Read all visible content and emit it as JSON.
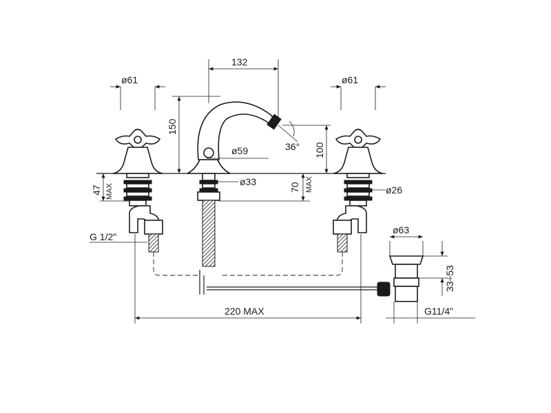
{
  "diagram": {
    "dimensions": {
      "spout_reach": "132",
      "left_handle_diameter": "ø61",
      "right_handle_diameter": "ø61",
      "spout_height": "150",
      "spout_outlet_height": "100",
      "spout_angle": "36°",
      "spout_base_diameter": "ø59",
      "spout_shank_diameter": "ø33",
      "valve_shank_height": "47",
      "valve_shank_max": "MAX",
      "spout_shank_height": "70",
      "spout_shank_max": "MAX",
      "valve_shank_diameter": "ø26",
      "inlet_thread": "G 1/2\"",
      "waste_diameter": "ø63",
      "waste_height": "33÷53",
      "overall_spread": "220 MAX",
      "waste_thread": "G11/4\""
    }
  }
}
